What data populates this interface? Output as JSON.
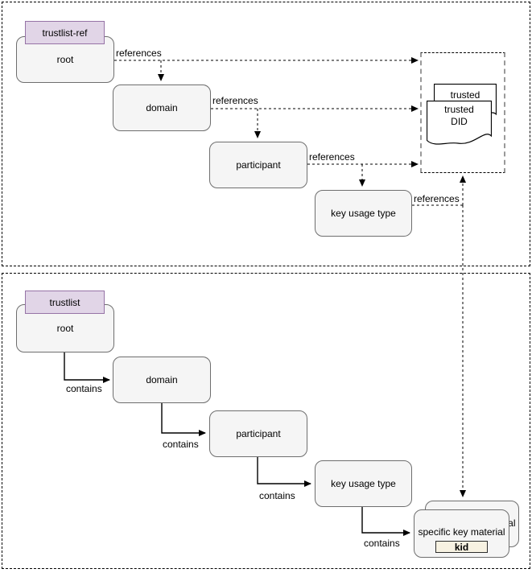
{
  "top_section": {
    "tag": "trustlist-ref",
    "nodes": [
      {
        "label": "root"
      },
      {
        "label": "domain"
      },
      {
        "label": "participant"
      },
      {
        "label": "key usage type"
      }
    ],
    "edge_labels": [
      "references",
      "references",
      "references",
      "references"
    ],
    "trusted_docs": {
      "back_label": "trusted",
      "front_label_line1": "trusted",
      "front_label_line2": "DID"
    }
  },
  "bottom_section": {
    "tag": "trustlist",
    "nodes": [
      {
        "label": "root"
      },
      {
        "label": "domain"
      },
      {
        "label": "participant"
      },
      {
        "label": "key usage type"
      }
    ],
    "edge_labels": [
      "contains",
      "contains",
      "contains",
      "contains"
    ],
    "key_material": {
      "label": "specific key material",
      "kid_label": "kid"
    }
  },
  "colors": {
    "node_fill": "#f5f5f5",
    "node_border": "#6e6e6e",
    "tag_fill": "#e1d5e7",
    "tag_border": "#9673a6",
    "kid_fill": "#f7f2e2",
    "edge": "#000000",
    "container_dash": "#999999",
    "document_fill": "#ffffff"
  }
}
